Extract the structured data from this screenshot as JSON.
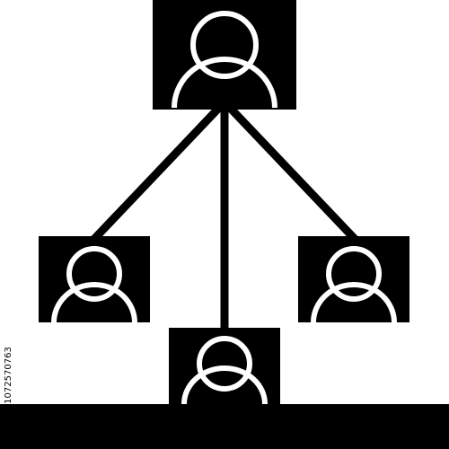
{
  "icon": {
    "name": "hierarchy-people-network-icon",
    "colors": {
      "ink": "#000000",
      "background": "#ffffff"
    },
    "nodes": [
      {
        "role": "top",
        "glyph": "person-icon"
      },
      {
        "role": "left",
        "glyph": "person-icon"
      },
      {
        "role": "center",
        "glyph": "person-icon"
      },
      {
        "role": "right",
        "glyph": "person-icon"
      }
    ]
  },
  "watermark": {
    "stock_id": "1072570763"
  }
}
